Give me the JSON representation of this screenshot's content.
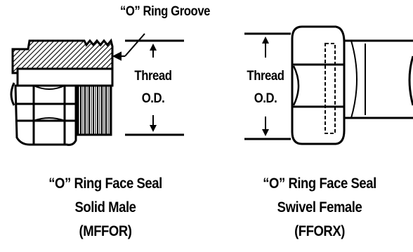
{
  "callouts": {
    "groove": "“O” Ring Groove",
    "male_thread_line1": "Thread",
    "male_thread_line2": "O.D.",
    "female_thread_line1": "Thread",
    "female_thread_line2": "O.D."
  },
  "captions": {
    "male": {
      "line1": "“O” Ring Face Seal",
      "line2": "Solid Male",
      "line3": "(MFFOR)"
    },
    "female": {
      "line1": "“O” Ring Face Seal",
      "line2": "Swivel Female",
      "line3": "(FFORX)"
    }
  }
}
